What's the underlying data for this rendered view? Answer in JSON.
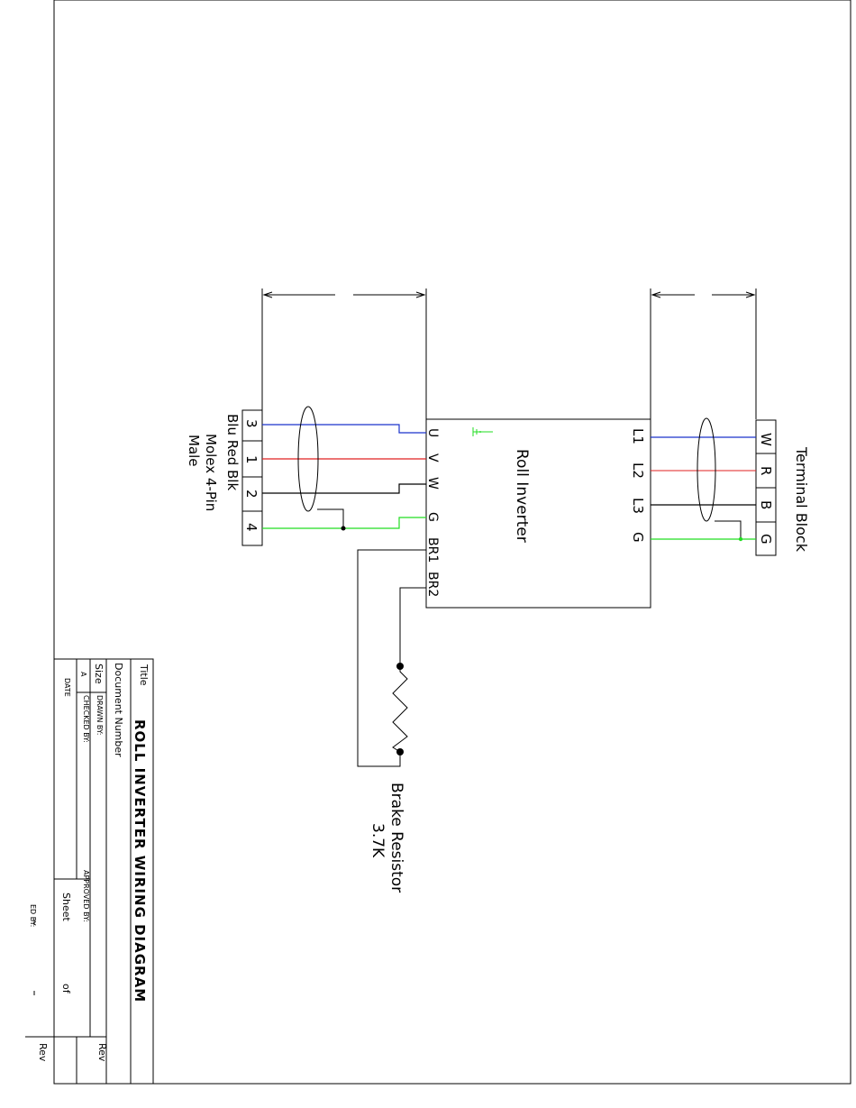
{
  "title_block": {
    "title_label": "Title",
    "title": "ROLL INVERTER WIRING DIAGRAM",
    "document_number_label": "Document Number",
    "size_label": "Size",
    "size_value": "A",
    "drawn_by_label": "DRAWN BY:",
    "checked_by_label": "CHECKED BY:",
    "approved_by_label": "APPROVED BY:",
    "date_label": "DATE",
    "sheet_label": "Sheet",
    "of_label": "of",
    "rev_label": "Rev",
    "rev_outer_label": "Rev",
    "ed_by_label": "ED BY:"
  },
  "inverter": {
    "label": "Roll Inverter",
    "left_terminals": [
      "U",
      "V",
      "W",
      "G",
      "BR1",
      "BR2"
    ],
    "right_terminals": [
      "L1",
      "L2",
      "L3",
      "G"
    ]
  },
  "molex": {
    "pins": [
      "3",
      "1",
      "2",
      "4"
    ],
    "colors_label": "Blu Red Blk",
    "label_line1": "Molex 4-Pin",
    "label_line2": "Male"
  },
  "terminal_block": {
    "label": "Terminal Block",
    "terminals": [
      "W",
      "R",
      "B",
      "G"
    ]
  },
  "resistor": {
    "label_line1": "Brake Resistor",
    "label_line2": "3.7K"
  },
  "colors": {
    "blue": "#1a33cc",
    "red": "#e02020",
    "black": "#000000",
    "green": "#22dd22"
  }
}
